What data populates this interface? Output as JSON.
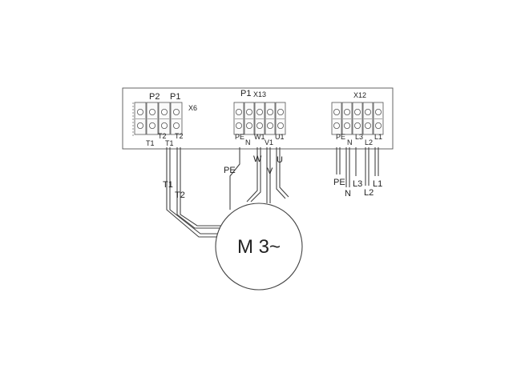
{
  "panel": {
    "x6": {
      "label": "X6",
      "group_labels": [
        "P2",
        "P1"
      ],
      "bottom_labels": [
        "T1",
        "T2",
        "T1",
        "T2"
      ]
    },
    "x13": {
      "label": "X13",
      "group_label": "P1",
      "bottom_labels": [
        "PE",
        "N",
        "W1",
        "V1",
        "U1"
      ]
    },
    "x12": {
      "label": "X12",
      "bottom_labels": [
        "PE",
        "N",
        "L3",
        "L2",
        "L1"
      ]
    }
  },
  "wires": {
    "motor": [
      "T1",
      "T2",
      "PE",
      "W",
      "V",
      "U"
    ],
    "supply": [
      "PE",
      "N",
      "L3",
      "L2",
      "L1"
    ]
  },
  "motor": {
    "label": "M 3~"
  }
}
